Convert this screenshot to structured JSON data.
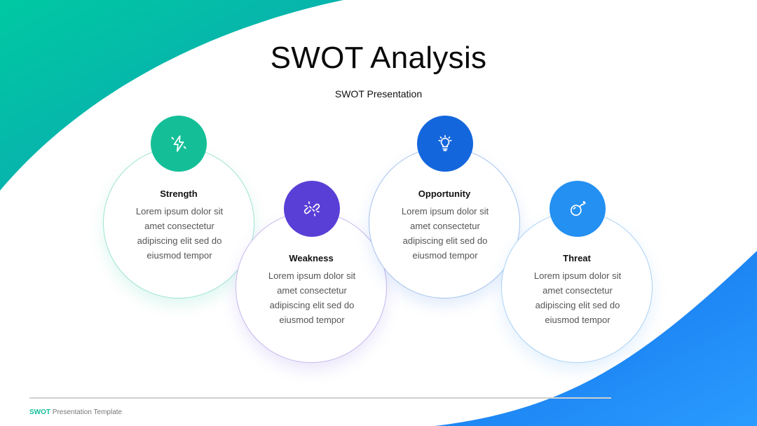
{
  "slide": {
    "title": "SWOT Analysis",
    "subtitle": "SWOT Presentation"
  },
  "cards": [
    {
      "title": "Strength",
      "body": "Lorem ipsum dolor sit amet consectetur adipiscing elit sed do eiusmod tempor",
      "icon": "lightning-icon",
      "color": "#14bf98"
    },
    {
      "title": "Weakness",
      "body": "Lorem ipsum dolor sit amet consectetur adipiscing elit sed do eiusmod tempor",
      "icon": "broken-link-icon",
      "color": "#5a3fd6"
    },
    {
      "title": "Opportunity",
      "body": "Lorem ipsum dolor sit amet consectetur adipiscing elit sed do eiusmod tempor",
      "icon": "lightbulb-icon",
      "color": "#1466dc"
    },
    {
      "title": "Threat",
      "body": "Lorem ipsum dolor sit amet consectetur adipiscing elit sed do eiusmod tempor",
      "icon": "bomb-icon",
      "color": "#2390f2"
    }
  ],
  "footer": {
    "brand": "SWOT",
    "text": "Presentation Template"
  },
  "colors": {
    "accent_teal": "#00c6a0",
    "accent_blue": "#1e8cf8"
  }
}
